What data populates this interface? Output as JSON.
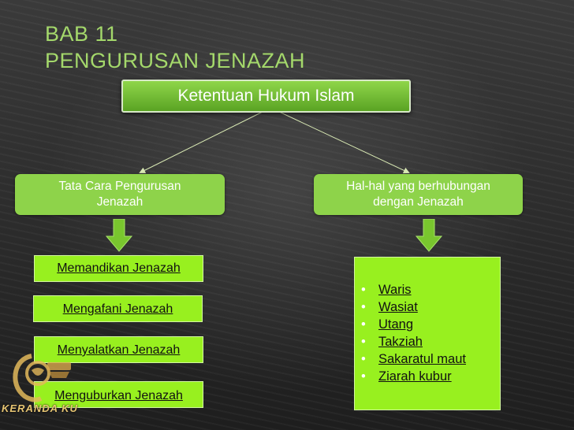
{
  "slide": {
    "title_line1": "BAB 11",
    "title_line2": "PENGURUSAN JENAZAH"
  },
  "diagram": {
    "root": "Ketentuan Hukum Islam",
    "left_branch": {
      "line1": "Tata Cara Pengurusan",
      "line2": "Jenazah",
      "steps": [
        "Memandikan Jenazah",
        "Mengafani Jenazah",
        "Menyalatkan Jenazah",
        "Menguburkan Jenazah"
      ]
    },
    "right_branch": {
      "line1": "Hal-hal yang berhubungan",
      "line2": "dengan Jenazah",
      "items": [
        "Waris",
        "Wasiat",
        "Utang",
        "Takziah",
        "Sakaratul maut",
        "Ziarah kubur"
      ]
    }
  },
  "watermark": {
    "text": "KERANDA KU",
    "color": "#e9c774"
  },
  "colors": {
    "title": "#a4d86b",
    "branch_fill": "#8ed34a",
    "step_fill": "#98f01f",
    "arrow_fill": "#79c62e"
  }
}
